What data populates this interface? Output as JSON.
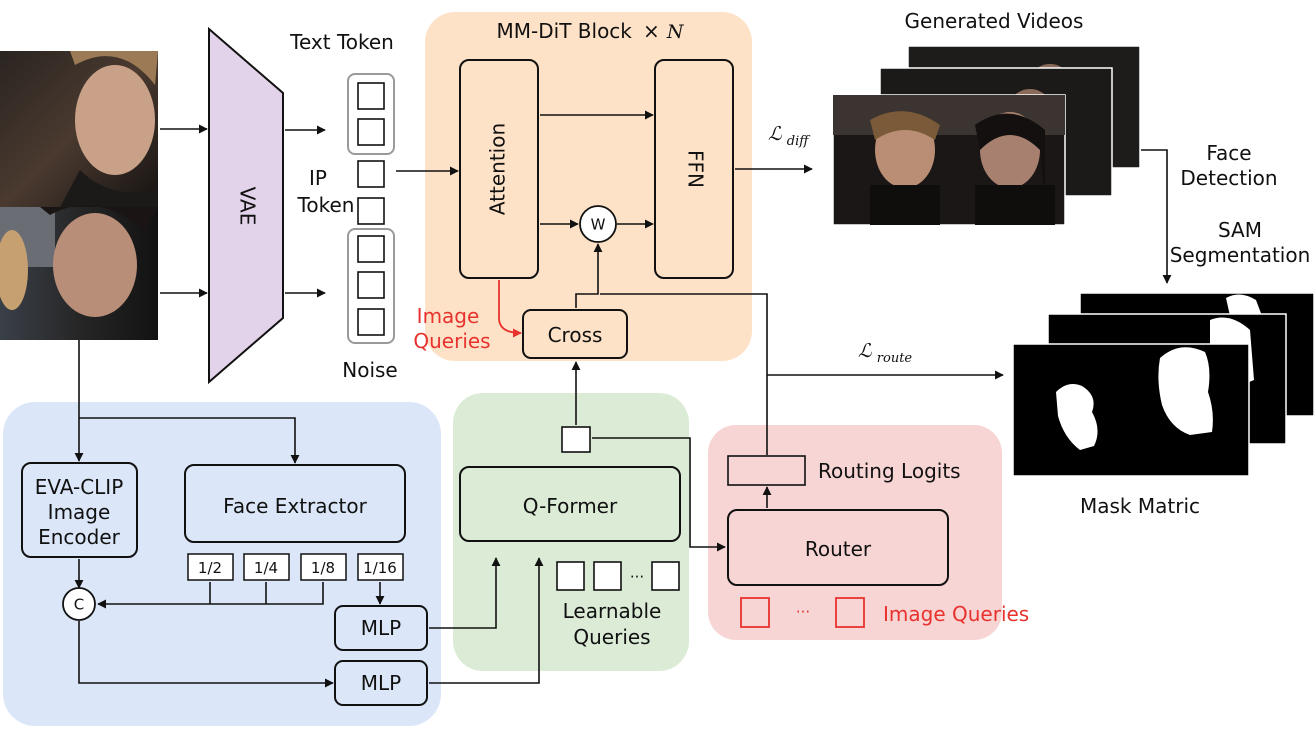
{
  "labels": {
    "vae": "VAE",
    "text_token": "Text Token",
    "ip_token_1": "IP",
    "ip_token_2": "Token",
    "noise": "Noise",
    "mmdit_title_a": "MM-DiT Block",
    "mmdit_title_b": "×",
    "mmdit_title_c": "N",
    "attention": "Attention",
    "ffn": "FFN",
    "weight_node": "W",
    "cross": "Cross",
    "image_queries_left_1": "Image",
    "image_queries_left_2": "Queries",
    "generated_videos": "Generated Videos",
    "loss_diff_main": "ℒ",
    "loss_diff_sub": "diff",
    "face_detection_1": "Face",
    "face_detection_2": "Detection",
    "sam_1": "SAM",
    "sam_2": "Segmentation",
    "mask_matric": "Mask Matric",
    "loss_route_main": "ℒ",
    "loss_route_sub": "route",
    "routing_logits": "Routing Logits",
    "router": "Router",
    "image_queries_right": "Image Queries",
    "qformer": "Q-Former",
    "learnable_1": "Learnable",
    "learnable_2": "Queries",
    "ellipsis": "···",
    "eva_1": "EVA-CLIP",
    "eva_2": "Image",
    "eva_3": "Encoder",
    "face_extractor": "Face Extractor",
    "scale_1": "1/2",
    "scale_2": "1/4",
    "scale_3": "1/8",
    "scale_4": "1/16",
    "concat": "C",
    "mlp_1": "MLP",
    "mlp_2": "MLP"
  },
  "colors": {
    "blue_panel": "#dbe7f8",
    "green_panel": "#dbebd6",
    "orange_panel": "#fde2c7",
    "pink_panel": "#f8d5d5",
    "vae_fill": "#e3d3ea",
    "accent_red": "#e8322e",
    "gray_stroke": "#9a9a9a"
  }
}
